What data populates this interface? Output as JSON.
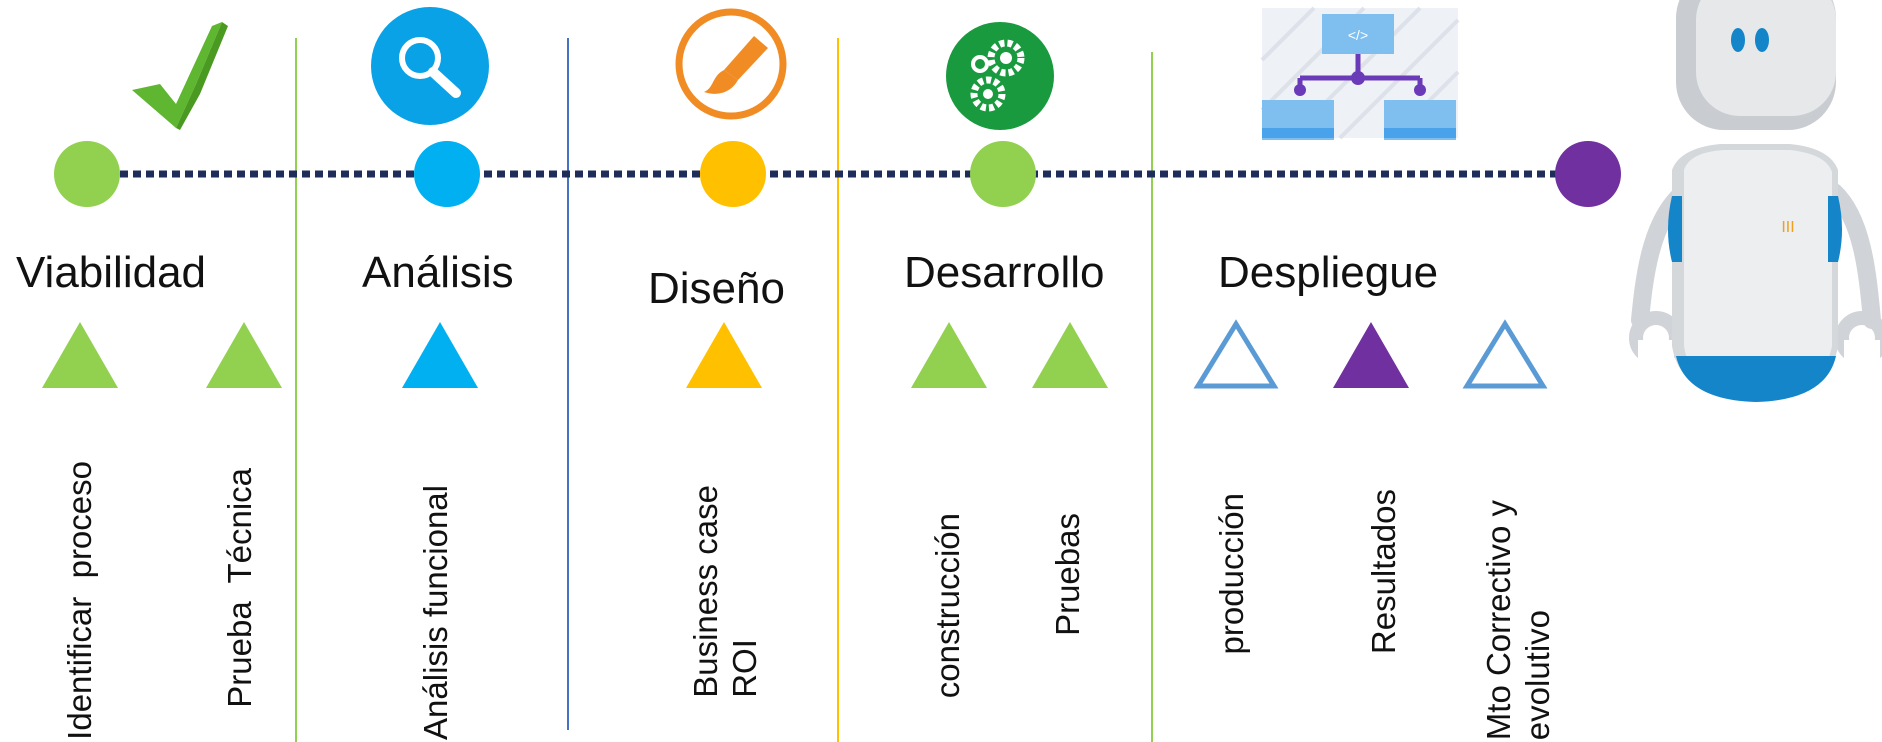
{
  "phases": [
    {
      "id": "viabilidad",
      "title": "Viabilidad",
      "dot_color": "#92d050",
      "icon": "check-icon"
    },
    {
      "id": "analisis",
      "title": "Análisis",
      "dot_color": "#00b0f0",
      "icon": "magnifier-icon"
    },
    {
      "id": "diseno",
      "title": "Diseño",
      "dot_color": "#ffc000",
      "icon": "paintbrush-icon"
    },
    {
      "id": "desarrollo",
      "title": "Desarrollo",
      "dot_color": "#92d050",
      "icon": "gears-icon"
    },
    {
      "id": "despliegue",
      "title": "Despliegue",
      "dot_color": "#7030a0",
      "icon": "network-deploy-icon"
    }
  ],
  "tasks": [
    {
      "label": "Identificar  proceso",
      "triangle_color": "#92d050",
      "filled": true
    },
    {
      "label": "Prueba  Técnica",
      "triangle_color": "#92d050",
      "filled": true
    },
    {
      "label": "Análisis funcional",
      "triangle_color": "#00b0f0",
      "filled": true
    },
    {
      "label": "Business case\nROI",
      "triangle_color": "#ffc000",
      "filled": true
    },
    {
      "label": "construcción",
      "triangle_color": "#92d050",
      "filled": true
    },
    {
      "label": "Pruebas",
      "triangle_color": "#92d050",
      "filled": true
    },
    {
      "label": "producción",
      "triangle_color": "#5b9bd5",
      "filled": false
    },
    {
      "label": "Resultados",
      "triangle_color": "#7030a0",
      "filled": true
    },
    {
      "label": "Mto Correctivo y\nevolutivo",
      "triangle_color": "#5b9bd5",
      "filled": false
    }
  ],
  "separators": [
    {
      "color": "#92d050"
    },
    {
      "color": "#4472c4"
    },
    {
      "color": "#ffc000"
    },
    {
      "color": "#92d050"
    }
  ],
  "timeline": {
    "line_color": "#1f2d5a"
  },
  "robot": {
    "icon": "robot-icon",
    "badge": "III"
  }
}
